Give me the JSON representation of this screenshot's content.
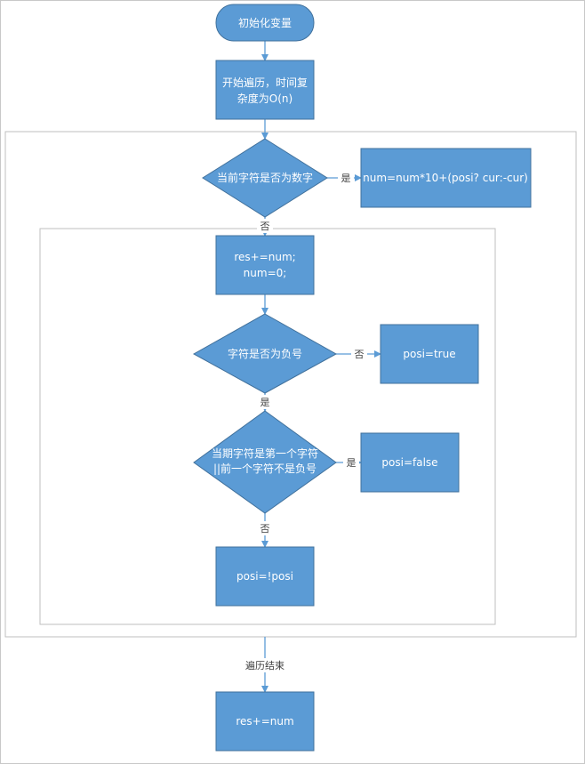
{
  "nodes": {
    "start": "初始化变量",
    "traverse_1": "开始遍历，时间复",
    "traverse_2": "杂度为O(n)",
    "is_digit": "当前字符是否为数字",
    "num_update": "num=num*10+(posi? cur:-cur)",
    "res_1": "res+=num;",
    "res_2": "num=0;",
    "is_negative": "字符是否为负号",
    "posi_true": "posi=true",
    "first_char_1": "当期字符是第一个字符",
    "first_char_2": "||前一个字符不是负号",
    "posi_false": "posi=false",
    "posi_not": "posi=!posi",
    "final_res": "res+=num"
  },
  "edges": {
    "yes_1": "是",
    "no_1": "否",
    "no_2": "否",
    "yes_2": "是",
    "yes_3": "是",
    "no_3": "否",
    "end_traverse": "遍历结束"
  },
  "colors": {
    "node_fill": "#5b9bd5",
    "node_stroke": "#41719c",
    "connector": "#5b9bd5",
    "group_border": "#bfbfbf"
  }
}
